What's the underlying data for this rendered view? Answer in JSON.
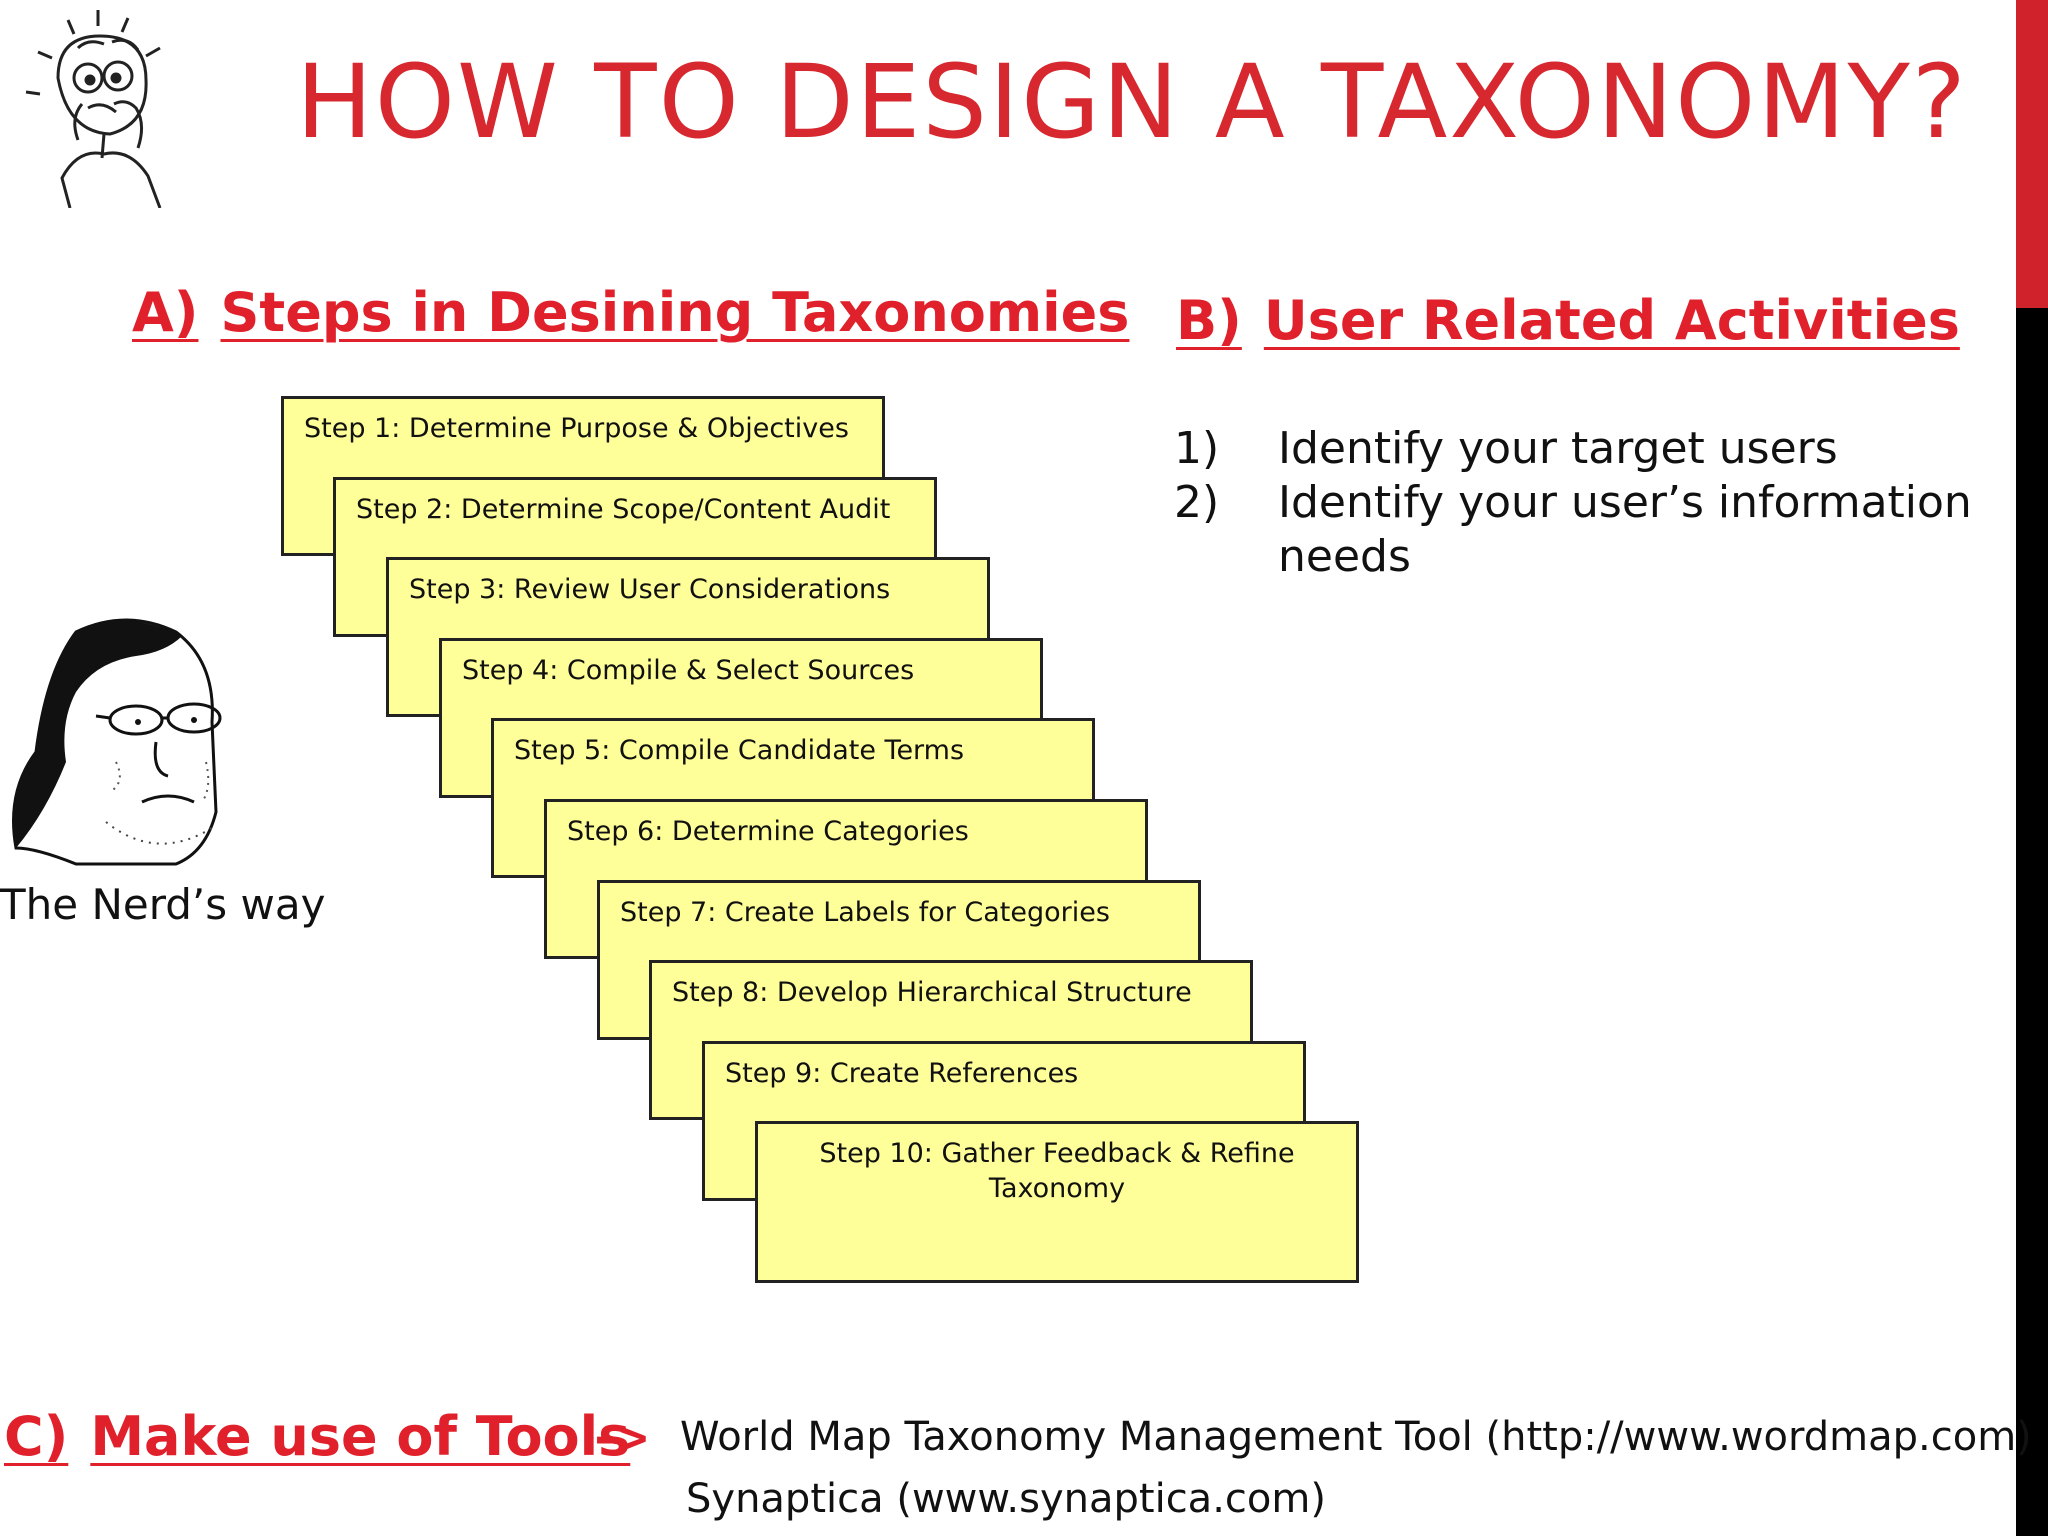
{
  "title": "HOW TO DESIGN A TAXONOMY?",
  "section_a": {
    "letter": "A)",
    "title": "Steps in Desining Taxonomies"
  },
  "section_b": {
    "letter": "B)",
    "title": "User Related Activities"
  },
  "section_c": {
    "letter": "C)",
    "title": "Make use of Tools",
    "arrow": "->"
  },
  "nerd_label": "The Nerd’s way",
  "steps": [
    "Step 1: Determine Purpose & Objectives",
    "Step 2: Determine Scope/Content Audit",
    "Step 3: Review User Considerations",
    "Step 4: Compile & Select Sources",
    "Step 5: Compile Candidate Terms",
    "Step 6: Determine Categories",
    "Step 7: Create Labels for Categories",
    "Step 8: Develop Hierarchical Structure",
    "Step 9: Create References",
    "Step 10: Gather Feedback & Refine Taxonomy"
  ],
  "user_activities": [
    {
      "num": "1)",
      "text": "Identify your target users"
    },
    {
      "num": "2)",
      "text": "Identify your user’s information needs"
    }
  ],
  "tools": [
    "World Map Taxonomy Management Tool (http://www.wordmap.com)",
    "Synaptica (www.synaptica.com)"
  ],
  "colors": {
    "accent_red": "#e0202a",
    "step_fill": "#ffff99",
    "edge_black": "#000000"
  },
  "icons": {
    "top_left": "stressed-cartoon-icon",
    "left": "nerd-face-icon"
  }
}
